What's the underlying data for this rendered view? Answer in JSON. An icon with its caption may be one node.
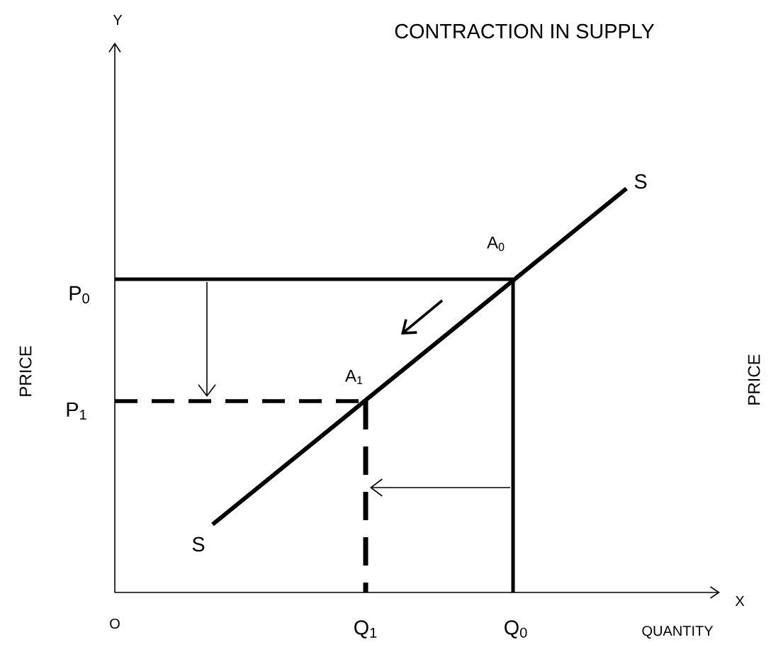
{
  "diagram": {
    "title": "CONTRACTION IN SUPPLY",
    "labels": [
      "Y",
      "S",
      "A$_{0}$",
      "P$_{0}$",
      "PRICE",
      "PRICE",
      "A$_{1}$",
      "P$_{1}$",
      "S",
      "X",
      "O",
      "Q$_{1}$",
      "Q$_{0}$",
      "QUANTITY"
    ]
  }
}
